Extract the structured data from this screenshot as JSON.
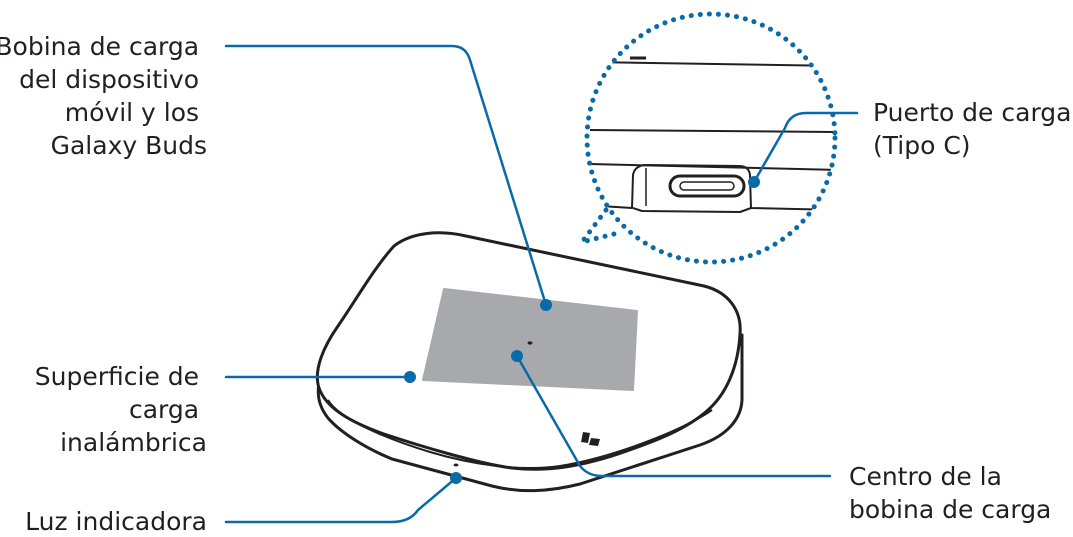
{
  "labels": {
    "coil": [
      "Bobina de carga",
      "del dispositivo",
      "móvil y los",
      "Galaxy Buds"
    ],
    "port": [
      "Puerto de carga",
      "(Tipo C)"
    ],
    "surface": [
      "Superficie de",
      "carga",
      "inalámbrica"
    ],
    "center": [
      "Centro de la",
      "bobina de carga"
    ],
    "light": [
      "Luz indicadora"
    ]
  },
  "colors": {
    "leader": "#0a6aa8",
    "coil_area": "#a7a9ac",
    "outline": "#231f20"
  }
}
